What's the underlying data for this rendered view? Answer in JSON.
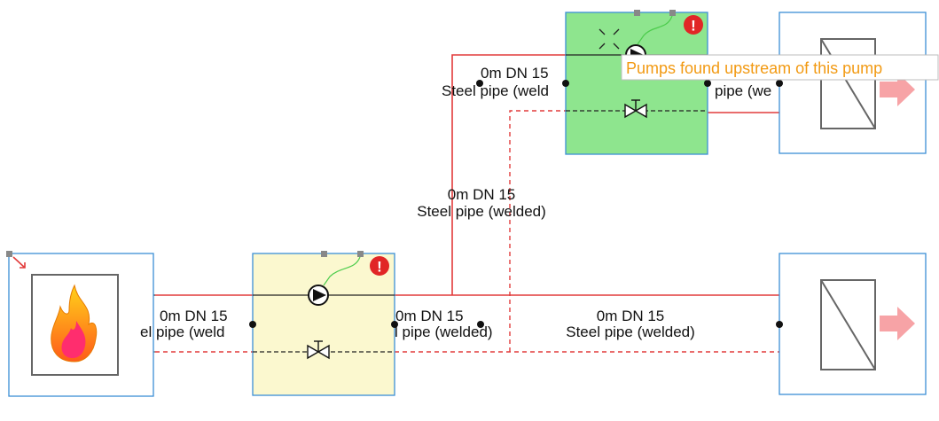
{
  "colors": {
    "flow_pipe": "#e23b3b",
    "return_pipe": "#e23b3b",
    "box_border": "#3b8fd6",
    "source_fill": "#ffffff",
    "manifold_fill": "#fbf8cf",
    "manifold_selected_fill": "#8ee58e",
    "warning_badge": "#e12626",
    "tooltip_text": "#f29a13",
    "connector_green": "#4ccc4c",
    "consumer_arrow": "#f7a3a6"
  },
  "icons": {
    "heat_source": "flame-icon",
    "pump": "pump-icon",
    "valve": "balancing-valve-icon",
    "consumer": "heat-exchanger-icon",
    "warning": "exclamation-icon",
    "output": "arrow-right-icon"
  },
  "pipes": {
    "left_segment": {
      "line1": "0m DN 15",
      "line2": "el pipe (weld"
    },
    "middle_segment": {
      "line1": "0m DN 15",
      "line2": "l pipe (welded)"
    },
    "right_segment": {
      "line1": "0m DN 15",
      "line2": "Steel pipe (welded)"
    },
    "riser_segment": {
      "line1": "0m DN 15",
      "line2": "Steel pipe (welded)"
    },
    "top_left_segment": {
      "line1": "0m DN 15",
      "line2": "Steel pipe (weld"
    },
    "top_right_segment": {
      "line1": "",
      "line2": "pipe (we"
    }
  },
  "warnings": {
    "bottom_badge": "!",
    "top_badge": "!",
    "tooltip": "Pumps found upstream of this pump"
  }
}
